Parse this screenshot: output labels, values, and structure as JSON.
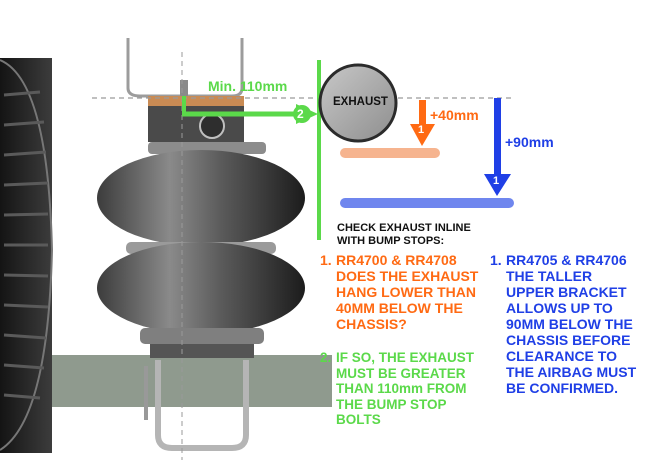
{
  "labels": {
    "exhaust": "EXHAUST",
    "min_clearance": "Min. 110mm",
    "orange_offset": "+40mm",
    "blue_offset": "+90mm",
    "marker_green": "2",
    "marker_orange": "1",
    "marker_blue": "1"
  },
  "check_heading": {
    "line1": "CHECK EXHAUST INLINE",
    "line2": "WITH BUMP STOPS:"
  },
  "notes": {
    "orange": {
      "number": "1.",
      "lines": [
        "RR4700 & RR4708",
        "DOES THE EXHAUST",
        "HANG LOWER THAN",
        "40MM BELOW THE",
        "CHASSIS?"
      ]
    },
    "green": {
      "number": "2.",
      "lines": [
        "IF SO, THE EXHAUST",
        "MUST BE GREATER",
        "THAN 110mm FROM",
        "THE BUMP STOP",
        "BOLTS"
      ]
    },
    "blue": {
      "number": "1.",
      "lines": [
        "RR4705 & RR4706",
        "THE TALLER",
        "UPPER BRACKET",
        "ALLOWS UP TO",
        "90MM BELOW THE",
        "CHASSIS BEFORE",
        "CLEARANCE TO",
        "THE AIRBAG MUST",
        "BE CONFIRMED."
      ]
    }
  },
  "colors": {
    "orange": "#ff6a13",
    "green": "#5bd94a",
    "blue": "#1f3fe6",
    "orange_bar": "#f6b48f",
    "blue_bar": "#6f86ee"
  },
  "icons": [
    "tyre-icon",
    "airbag-icon",
    "exhaust-pipe-icon",
    "arrow-icons"
  ]
}
